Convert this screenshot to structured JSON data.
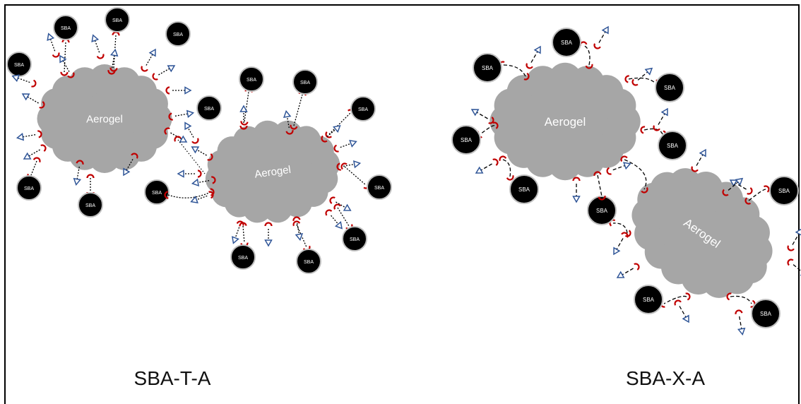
{
  "panels": [
    {
      "label": "SBA-T-A",
      "linker_style": "dotted",
      "particles": [
        {
          "label": "Aerogel",
          "rotation": 0
        },
        {
          "label": "Aerogel",
          "rotation": -8
        }
      ],
      "sba_label": "SBA"
    },
    {
      "label": "SBA-X-A",
      "linker_style": "dashed",
      "particles": [
        {
          "label": "Aerogel",
          "rotation": 0
        },
        {
          "label": "Aerogel",
          "rotation": 35
        }
      ],
      "sba_label": "SBA"
    }
  ],
  "colors": {
    "aerogel": "#a6a6a6",
    "sba_fill": "#000000",
    "sba_ring": "#bfbfbf",
    "anchor": "#c00000",
    "arrow": "#2f5597",
    "linker": "#000000"
  }
}
